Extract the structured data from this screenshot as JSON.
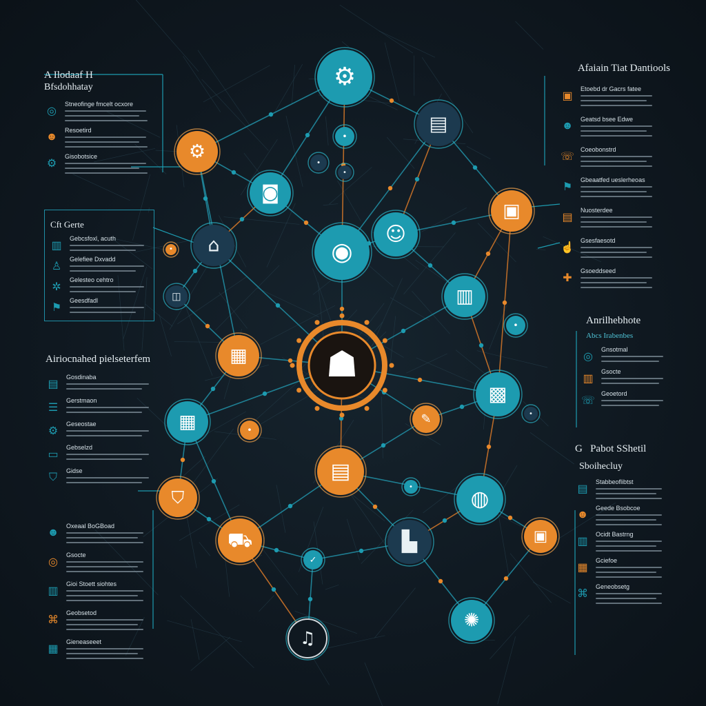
{
  "colors": {
    "background": "#101820",
    "teal": "#1d9bb0",
    "orange": "#e8892b",
    "navy": "#1c3a4f",
    "line": "#1f7f93"
  },
  "left_panel_top": {
    "title": "A Ilodaaf H",
    "subtitle": "Bfsdohhatay",
    "items": [
      {
        "icon": "ring-icon",
        "heading": "Stneofinge fmcelt ocxore"
      },
      {
        "icon": "person-icon",
        "heading": "Resoetird"
      },
      {
        "icon": "gear-icon",
        "heading": "Gisobotsice"
      }
    ]
  },
  "left_panel_box": {
    "title": "Cft Gerte",
    "items": [
      {
        "icon": "chart-icon",
        "heading": "Gebcsfoxl, acuth"
      },
      {
        "icon": "user-icon",
        "heading": "Gelefiee Dxvadd"
      },
      {
        "icon": "cog-icon",
        "heading": "Gelesteo cehtro"
      },
      {
        "icon": "flag-icon",
        "heading": "Geesdfadl"
      }
    ]
  },
  "left_panel_mid": {
    "title": "Airiocnahed pielseterfem",
    "items": [
      {
        "icon": "doc-icon",
        "heading": "Gosdinaba"
      },
      {
        "icon": "stack-icon",
        "heading": "Gerstmaon"
      },
      {
        "icon": "gear-icon",
        "heading": "Geseostae"
      },
      {
        "icon": "screen-icon",
        "heading": "Gebselzd"
      },
      {
        "icon": "badge-icon",
        "heading": "Gidse"
      }
    ]
  },
  "left_panel_bottom": {
    "items": [
      {
        "icon": "person-icon",
        "heading": "Oxeaal BoGBoad"
      },
      {
        "icon": "ring-icon",
        "heading": "Gsocte"
      },
      {
        "icon": "chart-icon",
        "heading": "Gioi Stoett siohtes"
      },
      {
        "icon": "network-icon",
        "heading": "Geobsetod"
      },
      {
        "icon": "building-icon",
        "heading": "Gieneaseeet"
      }
    ]
  },
  "right_panel_top": {
    "title": "Afaiain Tiat Dantiools",
    "items": [
      {
        "icon": "lock-icon",
        "heading": "Etoebd dr Gacrs fatee"
      },
      {
        "icon": "person-icon",
        "heading": "Geatsd bsee Edwe"
      },
      {
        "icon": "phone-icon",
        "heading": "Coeobonstrd"
      },
      {
        "icon": "flag-icon",
        "heading": "Gbeaatfed ueslerheoas"
      },
      {
        "icon": "doc-icon",
        "heading": "Nuosterdee"
      },
      {
        "icon": "hand-icon",
        "heading": "Gsesfaesotd"
      },
      {
        "icon": "wrench-icon",
        "heading": "Gsoeddseed"
      }
    ]
  },
  "right_panel_mid": {
    "title": "Anrilhebhote",
    "subtitle": "Abcs Irabenbes",
    "items": [
      {
        "icon": "ring-icon",
        "heading": "Gnsotmal"
      },
      {
        "icon": "chart-icon",
        "heading": "Gsocte"
      },
      {
        "icon": "phone-icon",
        "heading": "Geoetord"
      }
    ]
  },
  "right_panel_bottom": {
    "title": "G   Pabot SShetil",
    "subtitle": "Sboihecluy",
    "items": [
      {
        "icon": "doc-icon",
        "heading": "Stabbeoflibtst"
      },
      {
        "icon": "person-icon",
        "heading": "Geede Bsobcoe"
      },
      {
        "icon": "chart-icon",
        "heading": "Ocidt Bastrng"
      },
      {
        "icon": "building-icon",
        "heading": "Gciefoe"
      },
      {
        "icon": "network-icon",
        "heading": "Geneobsetg"
      }
    ]
  },
  "nodes": [
    {
      "name": "node-bikes",
      "icon": "bike-icon",
      "glyph": "⚙"
    },
    {
      "name": "node-doc-top",
      "icon": "document-icon",
      "glyph": "▤"
    },
    {
      "name": "node-gear-left",
      "icon": "gear-icon",
      "glyph": "⚙"
    },
    {
      "name": "node-camera",
      "icon": "camera-icon",
      "glyph": "◙"
    },
    {
      "name": "node-center-ring",
      "icon": "shield-icon",
      "glyph": "◉"
    },
    {
      "name": "node-people",
      "icon": "people-icon",
      "glyph": "☺"
    },
    {
      "name": "node-orange-right",
      "icon": "bag-icon",
      "glyph": "▣"
    },
    {
      "name": "node-house",
      "icon": "house-icon",
      "glyph": "⌂"
    },
    {
      "name": "node-small-left",
      "icon": "tag-icon",
      "glyph": "◫"
    },
    {
      "name": "node-folder",
      "icon": "folder-icon",
      "glyph": "▥"
    },
    {
      "name": "node-hub",
      "icon": "person-lock-icon",
      "glyph": "☗"
    },
    {
      "name": "node-cabinet",
      "icon": "cabinet-icon",
      "glyph": "▦"
    },
    {
      "name": "node-board",
      "icon": "board-icon",
      "glyph": "▦"
    },
    {
      "name": "node-pen",
      "icon": "pen-icon",
      "glyph": "✎"
    },
    {
      "name": "node-city",
      "icon": "city-icon",
      "glyph": "▩"
    },
    {
      "name": "node-receipt",
      "icon": "receipt-icon",
      "glyph": "▤"
    },
    {
      "name": "node-shield-left",
      "icon": "shield-icon",
      "glyph": "⛉"
    },
    {
      "name": "node-portrait",
      "icon": "portrait-icon",
      "glyph": "◍"
    },
    {
      "name": "node-truck",
      "icon": "truck-icon",
      "glyph": "⛟"
    },
    {
      "name": "node-factory",
      "icon": "factory-icon",
      "glyph": "▙"
    },
    {
      "name": "node-crate",
      "icon": "crate-icon",
      "glyph": "▣"
    },
    {
      "name": "node-check",
      "icon": "check-icon",
      "glyph": "✓"
    },
    {
      "name": "node-compass",
      "icon": "compass-icon",
      "glyph": "✺"
    },
    {
      "name": "node-bell",
      "icon": "bell-icon",
      "glyph": "♫"
    }
  ]
}
